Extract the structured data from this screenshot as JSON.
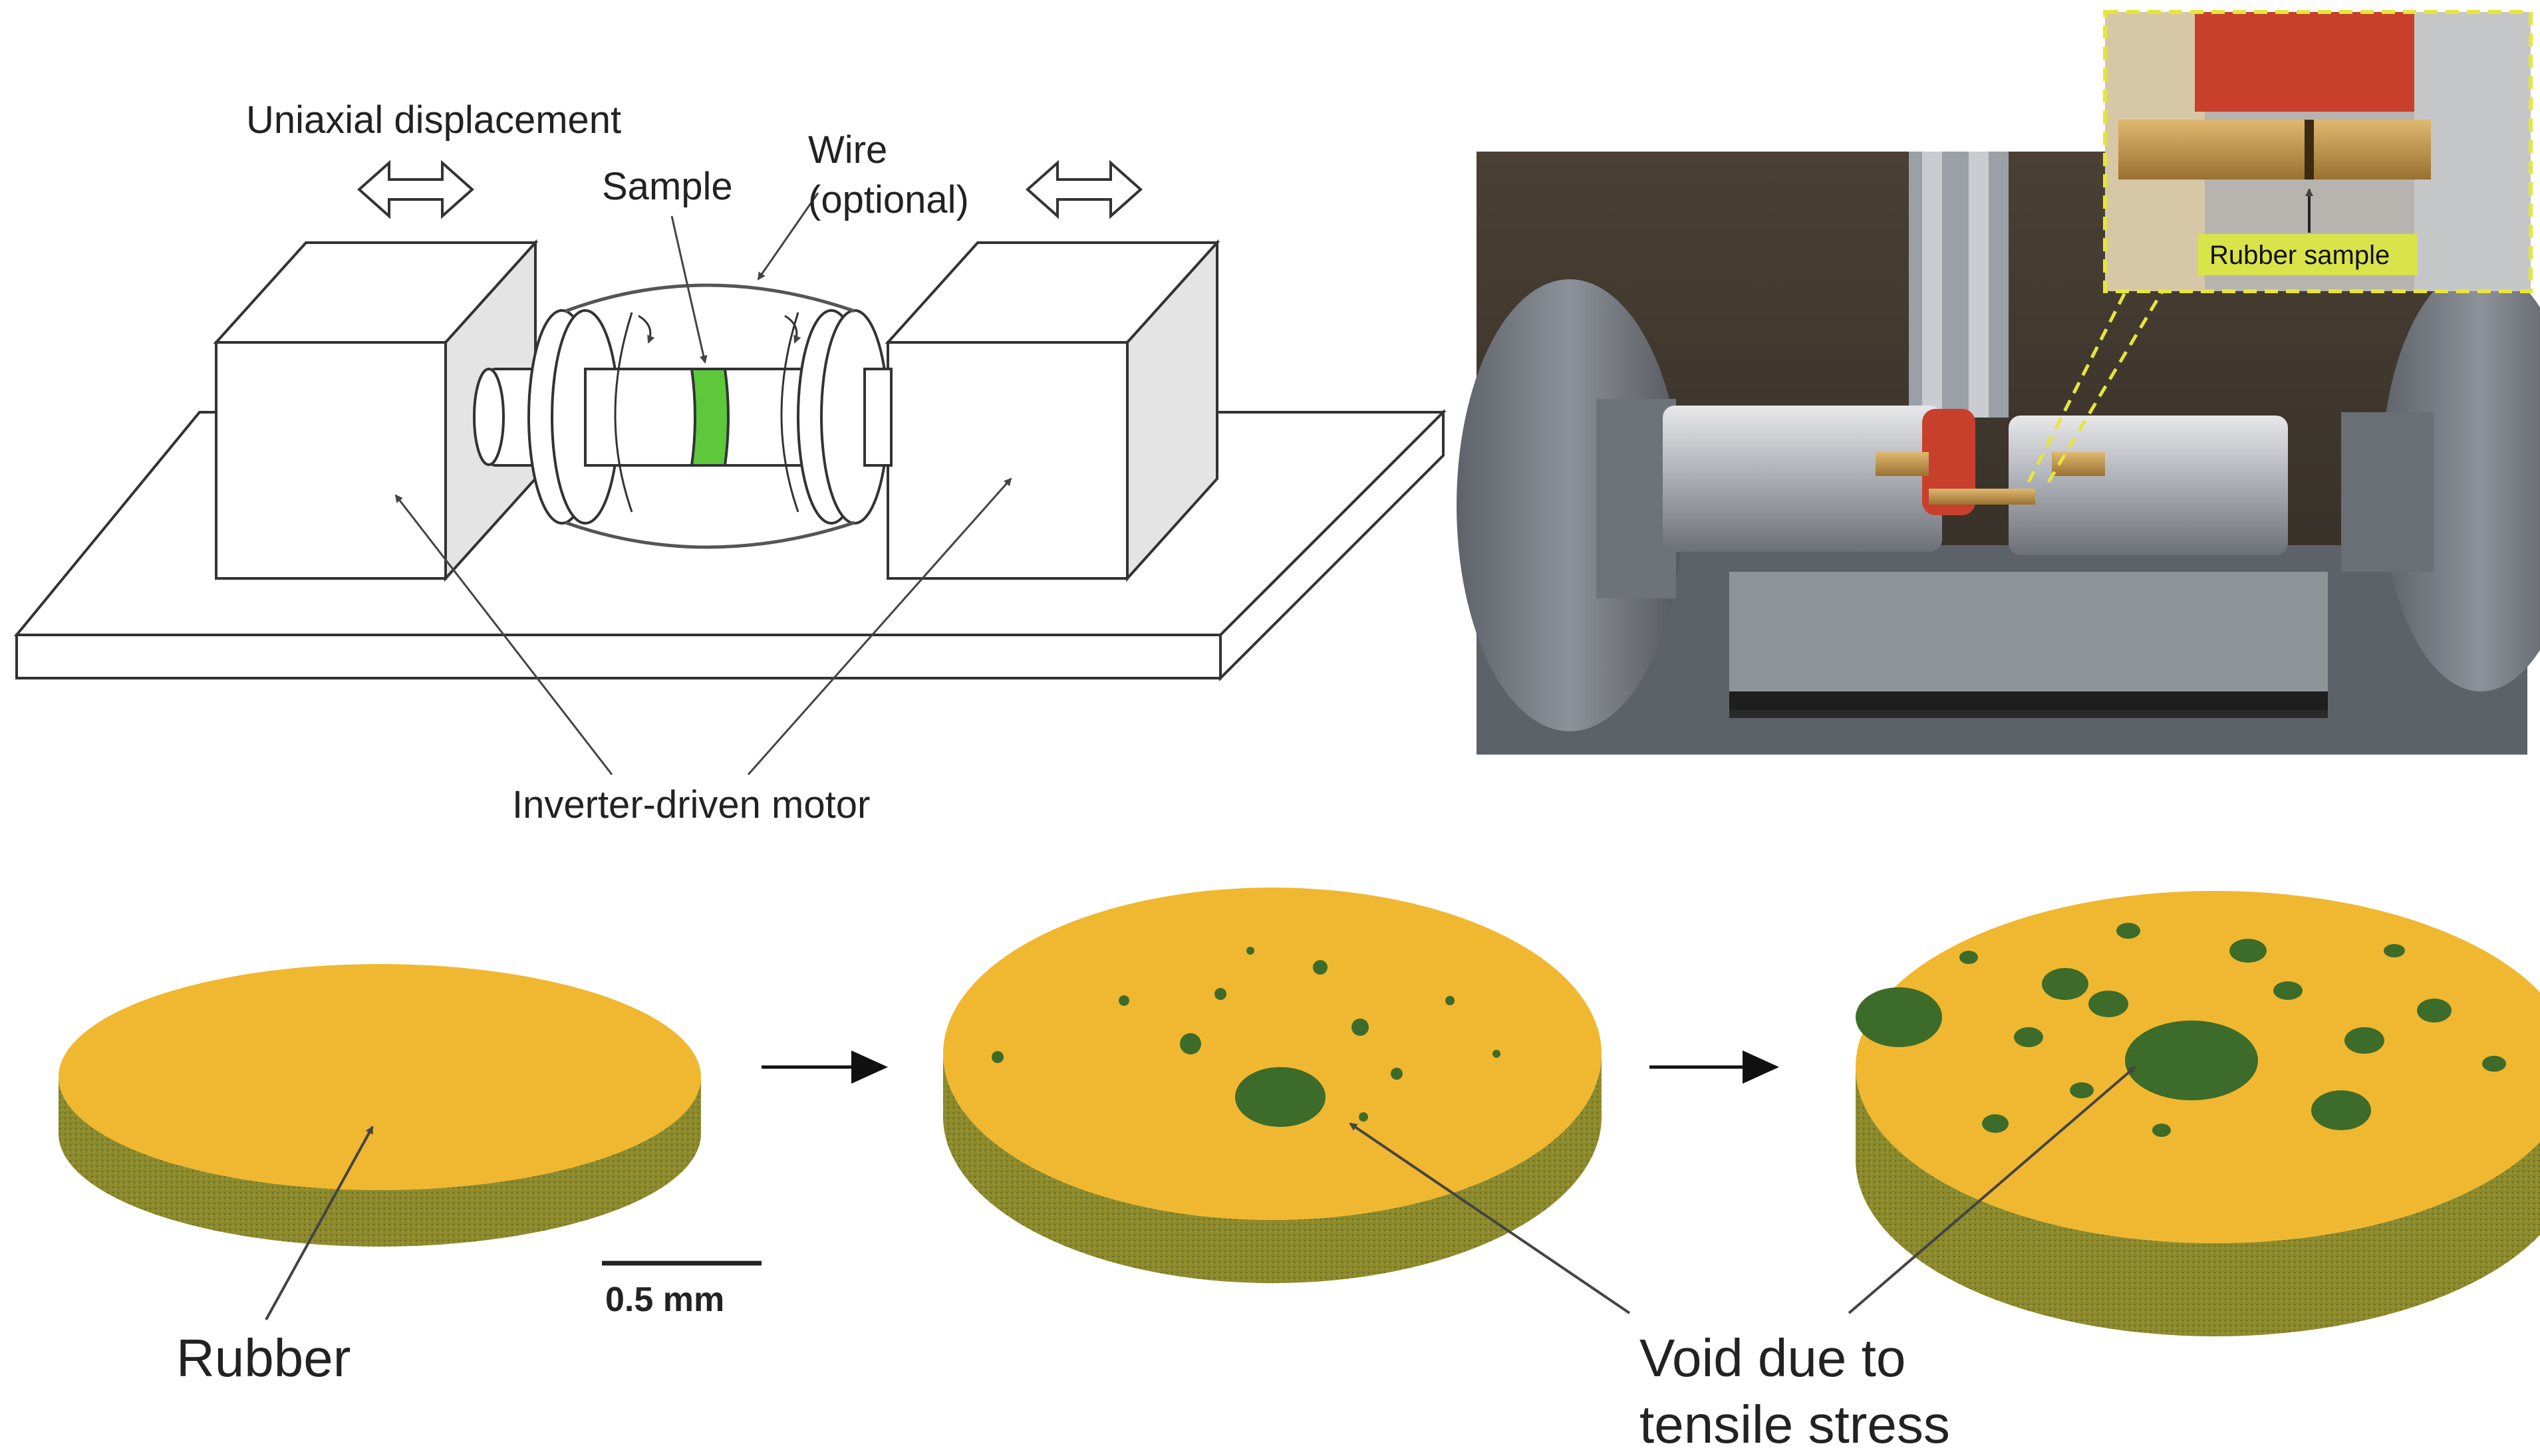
{
  "schematic": {
    "label_displacement": "Uniaxial displacement",
    "label_sample": "Sample",
    "label_wire_line1": "Wire",
    "label_wire_line2": "(optional)",
    "label_motor": "Inverter-driven motor"
  },
  "photo": {
    "inset_label": "Rubber sample",
    "inset_label_bg": "#d9e34a"
  },
  "ct_images": {
    "label_rubber": "Rubber",
    "scale_bar": "0.5 mm",
    "label_void_line1": "Void due to",
    "label_void_line2": "tensile stress"
  },
  "colors": {
    "rubber_top": "#f0b830",
    "rubber_side": "#8a8a2a",
    "sample_band": "#5cc83a",
    "void": "#3d6b2a",
    "machine_gray": "#7b8088",
    "dashed_inset": "#e6e63a"
  }
}
